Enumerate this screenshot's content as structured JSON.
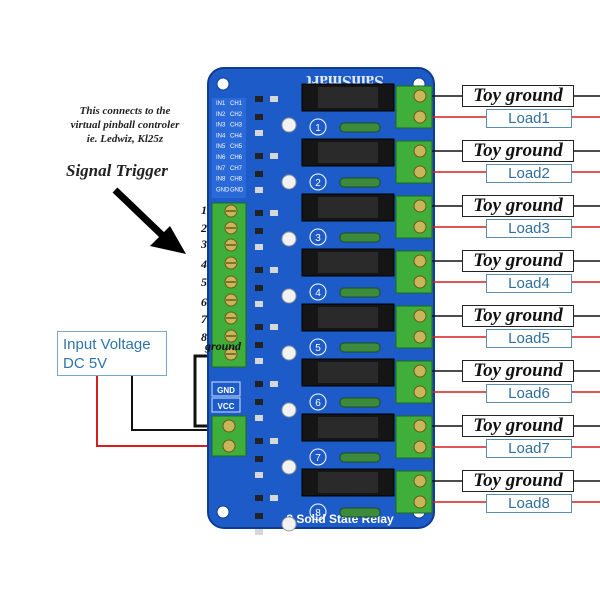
{
  "note": {
    "line1": "This connects to the",
    "line2": "virtual pinball controler",
    "line3": "ie. Ledwiz, Kl25z"
  },
  "signal_trigger": "Signal Trigger",
  "input_numbers": [
    "1",
    "2",
    "3",
    "4",
    "5",
    "6",
    "7",
    "8"
  ],
  "ground_label": "ground",
  "input_voltage": {
    "line1": "Input Voltage",
    "line2": "DC 5V"
  },
  "board": {
    "brand": "SainSmart",
    "title": "8 Solid State Relay",
    "pin_labels": [
      "IN1",
      "IN2",
      "IN3",
      "IN4",
      "IN5",
      "IN6",
      "IN7",
      "IN8",
      "GND"
    ],
    "channel_labels": [
      "CH1",
      "CH2",
      "CH3",
      "CH4",
      "CH5",
      "CH6",
      "CH7",
      "CH8",
      "GND"
    ],
    "power_labels": [
      "GND",
      "VCC"
    ],
    "channel_numbers": [
      "1",
      "2",
      "3",
      "4",
      "5",
      "6",
      "7",
      "8"
    ]
  },
  "outputs": [
    {
      "toy": "Toy ground",
      "load": "Load1"
    },
    {
      "toy": "Toy ground",
      "load": "Load2"
    },
    {
      "toy": "Toy ground",
      "load": "Load3"
    },
    {
      "toy": "Toy ground",
      "load": "Load4"
    },
    {
      "toy": "Toy ground",
      "load": "Load5"
    },
    {
      "toy": "Toy ground",
      "load": "Load6"
    },
    {
      "toy": "Toy ground",
      "load": "Load7"
    },
    {
      "toy": "Toy ground",
      "load": "Load8"
    }
  ],
  "colors": {
    "board": "#1d5cc8",
    "board_dark": "#0f3c8f",
    "terminal": "#3fae3a",
    "wire_red": "#d61e1e",
    "wire_black": "#111111",
    "relay_body": "#151515"
  }
}
